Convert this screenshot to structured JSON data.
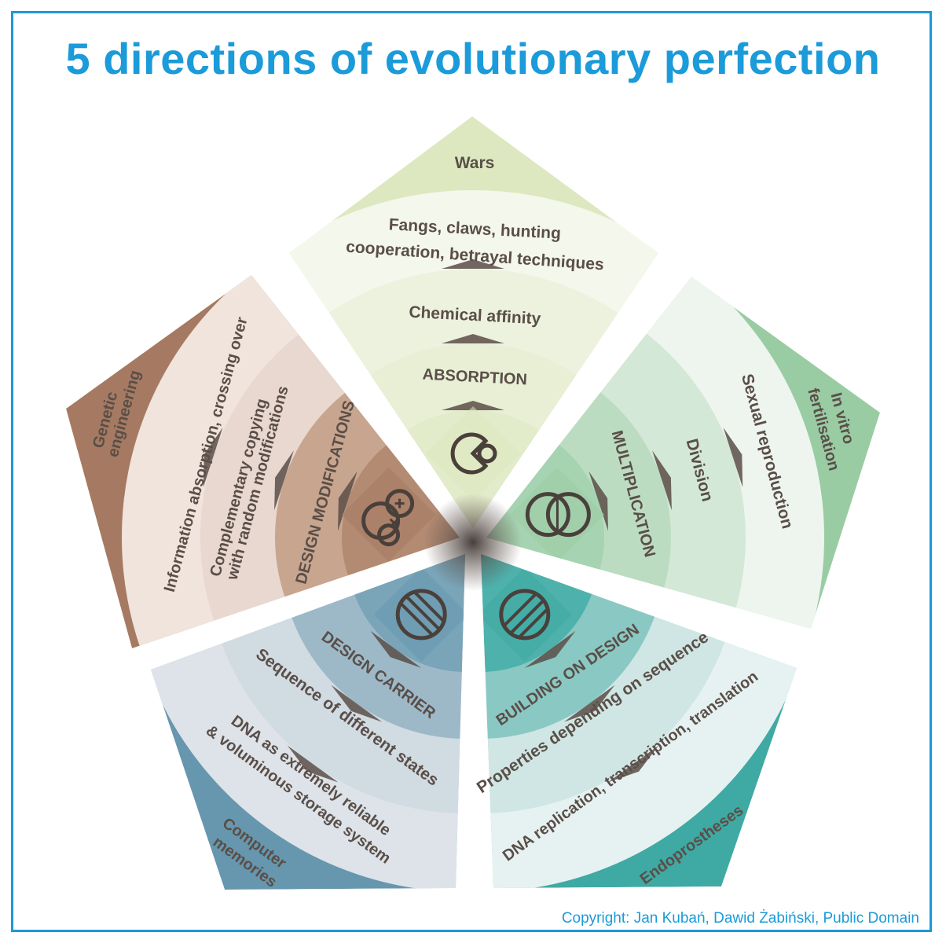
{
  "title": "5 directions of evolutionary perfection",
  "copyright": "Copyright: Jan Kubań, Dawid Żabiński, Public Domain",
  "sectors": [
    {
      "id": "absorption",
      "name": "ABSORPTION",
      "icon": "pacman-circle-icon",
      "colors": [
        "#e2ebca",
        "#e8efd5",
        "#edf2df",
        "#f4f7ec",
        "#dde8c0"
      ],
      "levels": [
        "Chemical affinity",
        "Fangs, claws, hunting",
        "cooperation, betrayal techniques",
        "Wars"
      ]
    },
    {
      "id": "multiplication",
      "name": "MULTIPLICATION",
      "icon": "overlapping-circles-icon",
      "colors": [
        "#a6d3b1",
        "#bcdcc2",
        "#d3e8d6",
        "#eef5ee",
        "#9acca4"
      ],
      "levels": [
        "Division",
        "Sexual reproduction",
        "In vitro",
        "fertilisation"
      ]
    },
    {
      "id": "building-on-design",
      "name": "BUILDING ON DESIGN",
      "icon": "bricks-circle-icon",
      "colors": [
        "#4eb1ac",
        "#8ac8c3",
        "#cfe6e4",
        "#e6f2f1",
        "#3fa9a3"
      ],
      "levels": [
        "Properties depending on sequence",
        "DNA replication, transcription, translation",
        "Endoprostheses"
      ]
    },
    {
      "id": "design-carrier",
      "name": "DESIGN CARRIER",
      "icon": "striped-circle-icon",
      "colors": [
        "#7aa4b8",
        "#9db9c8",
        "#d1dbe2",
        "#dde3e8",
        "#6697ae"
      ],
      "levels": [
        "Sequence of different states",
        "DNA as extremely reliable",
        "& voluminous storage system",
        "Computer",
        "memories"
      ]
    },
    {
      "id": "design-modifications",
      "name": "DESIGN MODIFICATIONS",
      "icon": "plus-cross-circles-icon",
      "colors": [
        "#b38a72",
        "#c8a58f",
        "#e8d8cf",
        "#f0e4dc",
        "#a67a62"
      ],
      "levels": [
        "Complementary copying",
        "with random modifications",
        "Information absorption, crossing over",
        "Genetic",
        "engineering"
      ]
    }
  ]
}
